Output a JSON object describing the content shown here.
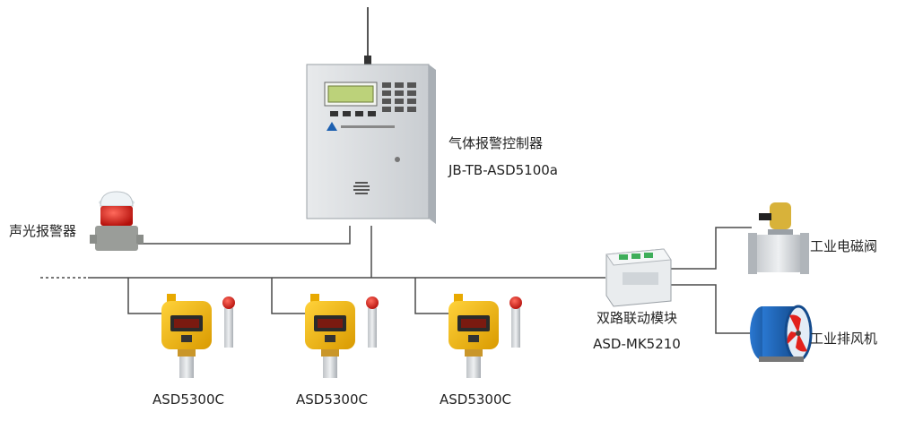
{
  "controller": {
    "name": "气体报警控制器",
    "model": "JB-TB-ASD5100a"
  },
  "siren": {
    "name": "声光报警器"
  },
  "module": {
    "name": "双路联动模块",
    "model": "ASD-MK5210"
  },
  "valve": {
    "name": "工业电磁阀"
  },
  "fan": {
    "name": "工业排风机"
  },
  "detectors": [
    {
      "model": "ASD5300C"
    },
    {
      "model": "ASD5300C"
    },
    {
      "model": "ASD5300C"
    }
  ],
  "colors": {
    "wire": "#4a4a4a",
    "detector_body": "#f2b400",
    "controller_body": "#d9dcdf",
    "fan_blue": "#1c5fb0",
    "lamp_red": "#e2211c"
  }
}
